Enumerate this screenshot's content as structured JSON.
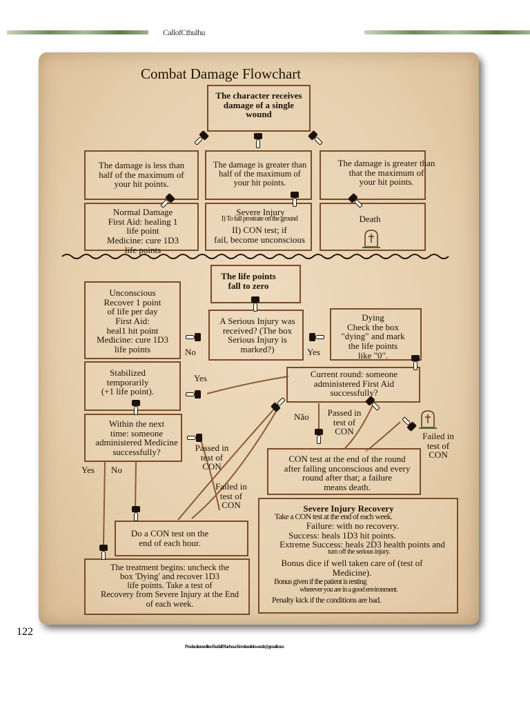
{
  "header": {
    "book_title": "CallofCthulhu"
  },
  "page_number": "122",
  "footer_text": "Productionseditos Rudolf Barbosa Revolusolnkweede@gmailcom",
  "flowchart": {
    "title": "Combat Damage Flowchart",
    "top": {
      "start": "The character receives\ndamage of a single\nwound",
      "less_than_half": "The damage is less than\nhalf of the maximum of\nyour hit points.",
      "greater_than_half": "The damage is greater than\nhalf of the maximum of\nyour hit points.",
      "greater_than_max": "The damage is greater than\nthat the maximum of\nyour hit points.",
      "normal_damage": "Normal Damage\nFirst Aid: healing 1\nlife point\nMedicine: cure 1D3\nlife points",
      "severe_injury_title": "Severe Injury",
      "severe_injury_i": "I) To fall prostrate on the ground",
      "severe_injury_ii": "II) CON test; if\nfail, become unconscious",
      "death": "Death"
    },
    "bottom": {
      "life_zero": "The life points\nfall to zero",
      "serious_injury_question": "A Serious Injury was\nreceived? (The box\nSerious Injury is\nmarked?)",
      "label_no": "No",
      "label_yes": "Yes",
      "unconscious": "Unconscious\nRecover 1 point\nof life per day\nFirst Aid:\nheal1 hit point\nMedicine: cure 1D3\nlife points",
      "dying": "Dying\nCheck the box\n\"dying\" and mark\nthe life points\nlike \"0\".",
      "stabilized": "Stabilized\ntemporarily\n(+1 life point).",
      "label_yes_stabilized": "Yes",
      "current_round": "Current round: someone\nadministered First Aid\nsuccessfully?",
      "label_nao": "Não",
      "label_passed_con_1": "Passed in\ntest of\nCON",
      "label_failed_con_1": "Failed in\ntest of\nCON",
      "within_next_time": "Within the next\ntime: someone\nadministered Medicine\nsuccessfully?",
      "label_passed_con_2": "Passed in\ntest of\nCON",
      "label_yes_2": "Yes",
      "label_no_2": "No",
      "con_test_round": "CON test at the end of the round\nafter falling unconscious and every\nround after that; a failure\nmeans death.",
      "label_failed_con_2": "Failed in\ntest of\nCON",
      "con_test_hour": "Do a CON test on the\nend of each hour.",
      "treatment": "The treatment begins: uncheck the\nbox 'Dying' and recover 1D3\nlife points. Take a test of\nRecovery from Severe Injury at the End\nof each week."
    },
    "recovery_box": {
      "title": "Severe Injury Recovery",
      "lines": [
        "Take a CON test at the end of each week.",
        "Failure: with no recovery.",
        "Success: heals 1D3 hit points.",
        "Extreme Success: heals 2D3 health points and",
        "turn off the serious injury.",
        "Bonus dice if well taken care of (test of\nMedicine).",
        "Bonus given if the patient is resting",
        "wherever you are in a good environment.",
        "Penalty kick if the conditions are bad."
      ]
    }
  },
  "colors": {
    "parchment": "#e9d4b3",
    "box_border": "#7a4a28",
    "ink": "#1e1308"
  }
}
